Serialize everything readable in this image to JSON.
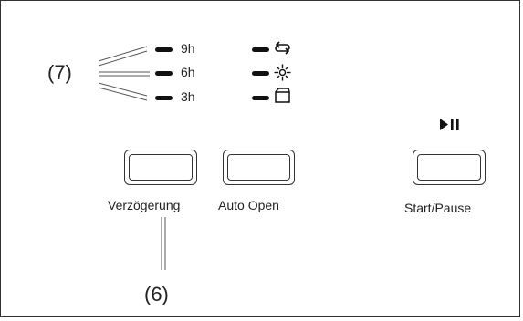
{
  "delay_indicators": {
    "callout": "(7)",
    "items": [
      {
        "label": "9h"
      },
      {
        "label": "6h"
      },
      {
        "label": "3h"
      }
    ]
  },
  "status_icons": [
    "repeat-arrows-icon",
    "sun-icon",
    "open-door-icon"
  ],
  "buttons": {
    "delay": {
      "label": "Verzögerung",
      "callout": "(6)"
    },
    "auto_open": {
      "label": "Auto Open"
    },
    "start_pause": {
      "label": "Start/Pause",
      "symbol": "play-pause-icon"
    }
  }
}
